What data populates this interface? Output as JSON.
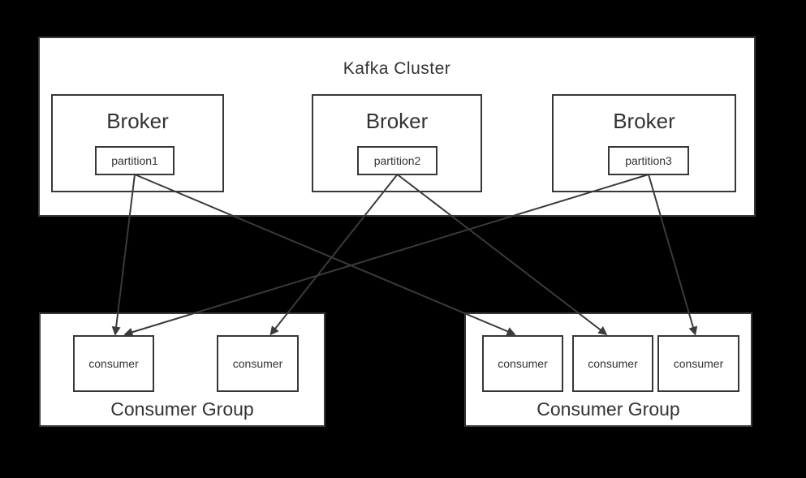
{
  "colors": {
    "background": "#000000",
    "box_fill": "#ffffff",
    "border": "#383838",
    "line": "#3a3a3a",
    "text": "#333333"
  },
  "cluster": {
    "title": "Kafka Cluster",
    "brokers": [
      {
        "label": "Broker",
        "partition": "partition1"
      },
      {
        "label": "Broker",
        "partition": "partition2"
      },
      {
        "label": "Broker",
        "partition": "partition3"
      }
    ]
  },
  "groups": [
    {
      "label": "Consumer Group",
      "consumers": [
        "consumer",
        "consumer"
      ]
    },
    {
      "label": "Consumer Group",
      "consumers": [
        "consumer",
        "consumer",
        "consumer"
      ]
    }
  ],
  "edges": [
    {
      "from": "partition1",
      "to": "left-consumer-1"
    },
    {
      "from": "partition1",
      "to": "right-consumer-1"
    },
    {
      "from": "partition2",
      "to": "left-consumer-2"
    },
    {
      "from": "partition2",
      "to": "right-consumer-2"
    },
    {
      "from": "partition3",
      "to": "left-consumer-1"
    },
    {
      "from": "partition3",
      "to": "right-consumer-3"
    }
  ]
}
